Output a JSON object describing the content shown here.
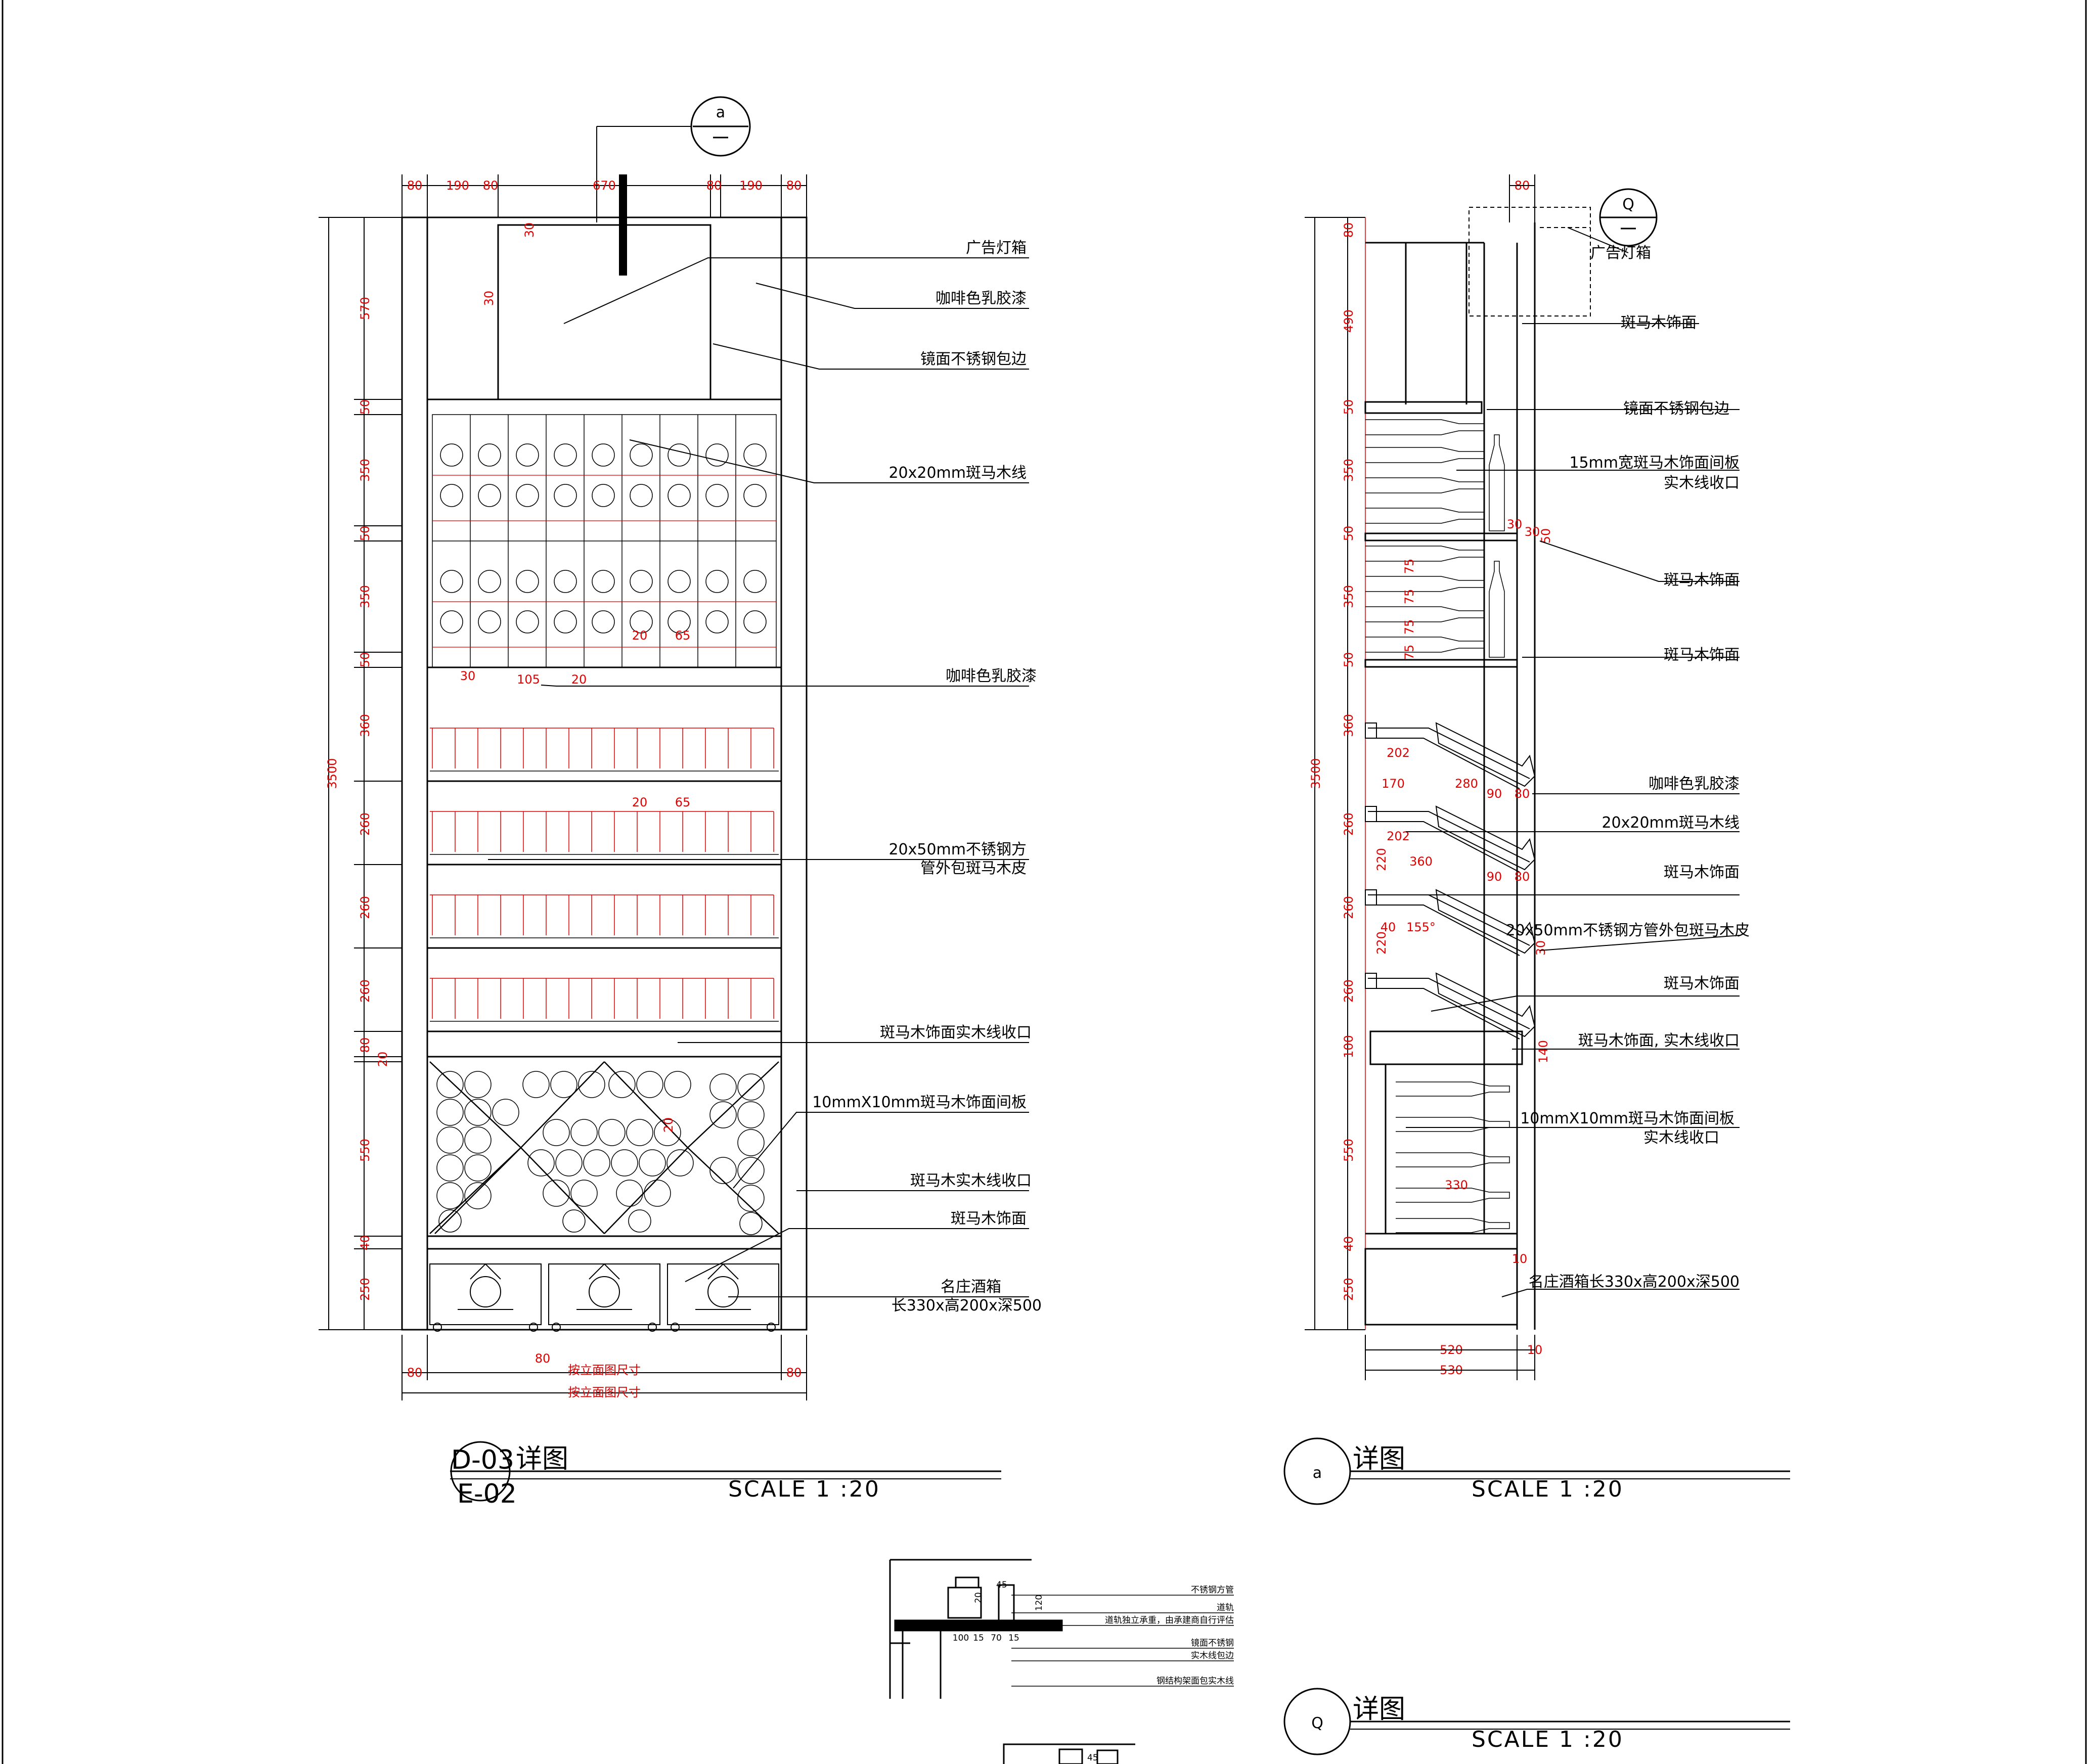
{
  "drawing_a": {
    "bubble": "a",
    "top_dims": [
      "80",
      "190",
      "80",
      "670",
      "80",
      "190",
      "80"
    ],
    "height_total": "3500",
    "side_dims": [
      "570",
      "50",
      "350",
      "50",
      "350",
      "50",
      "360",
      "260",
      "260",
      "260",
      "80",
      "20",
      "550",
      "40",
      "250"
    ],
    "bottom_dims": [
      "80",
      "80",
      "80"
    ],
    "bottom_width_1": "按立面图尺寸",
    "bottom_width_2": "按立面图尺寸",
    "inner_dims": [
      "30",
      "30",
      "30",
      "105",
      "20",
      "20",
      "65",
      "20",
      "65",
      "20"
    ],
    "labels": [
      "广告灯箱",
      "咖啡色乳胶漆",
      "镜面不锈钢包边",
      "20x20mm斑马木线",
      "咖啡色乳胶漆",
      "20x50mm不锈钢方",
      "管外包斑马木皮",
      "斑马木饰面实木线收口",
      "10mmX10mm斑马木饰面间板",
      "斑马木实木线收口",
      "斑马木饰面",
      "名庄酒箱",
      "长330x高200x深500"
    ],
    "title_code_top": "D-03",
    "title_code_bottom": "E-02",
    "title": "详图",
    "scale": "SCALE 1 :20"
  },
  "drawing_q": {
    "bubble": "Q",
    "top_dim": "80",
    "height_total": "3500",
    "side_dims": [
      "80",
      "490",
      "50",
      "350",
      "50",
      "350",
      "50",
      "360",
      "260",
      "260",
      "260",
      "100",
      "550",
      "40",
      "250"
    ],
    "inner_dims": [
      "202",
      "170",
      "280",
      "90",
      "80",
      "202",
      "220",
      "360",
      "90",
      "80",
      "40",
      "155°",
      "220",
      "30",
      "75",
      "75",
      "75",
      "75",
      "30",
      "50",
      "330",
      "10",
      "520",
      "530",
      "10",
      "140",
      "30"
    ],
    "labels": [
      "广告灯箱",
      "斑马木饰面",
      "镜面不锈钢包边",
      "15mm宽斑马木饰面间板",
      "实木线收口",
      "斑马木饰面",
      "斑马木饰面",
      "咖啡色乳胶漆",
      "20x20mm斑马木线",
      "斑马木饰面",
      "20x50mm不锈钢方管外包斑马木皮",
      "斑马木饰面",
      "斑马木饰面, 实木线收口",
      "10mmX10mm斑马木饰面间板",
      "实木线收口",
      "名庄酒箱长330x高200x深500"
    ],
    "title_bubble": "a",
    "title": "详图",
    "scale": "SCALE 1 :20"
  },
  "detail": {
    "dims": [
      "45",
      "120",
      "100",
      "15",
      "70",
      "15",
      "20"
    ],
    "labels": [
      "不锈钢方管",
      "道轨",
      "道轨独立承重，由承建商自行评估",
      "镜面不锈钢",
      "实木线包边",
      "钢结构架面包实木线"
    ]
  },
  "drawing_q2": {
    "bubble": "Q",
    "title": "详图",
    "scale": "SCALE 1 :20",
    "partial_dim": "45"
  }
}
